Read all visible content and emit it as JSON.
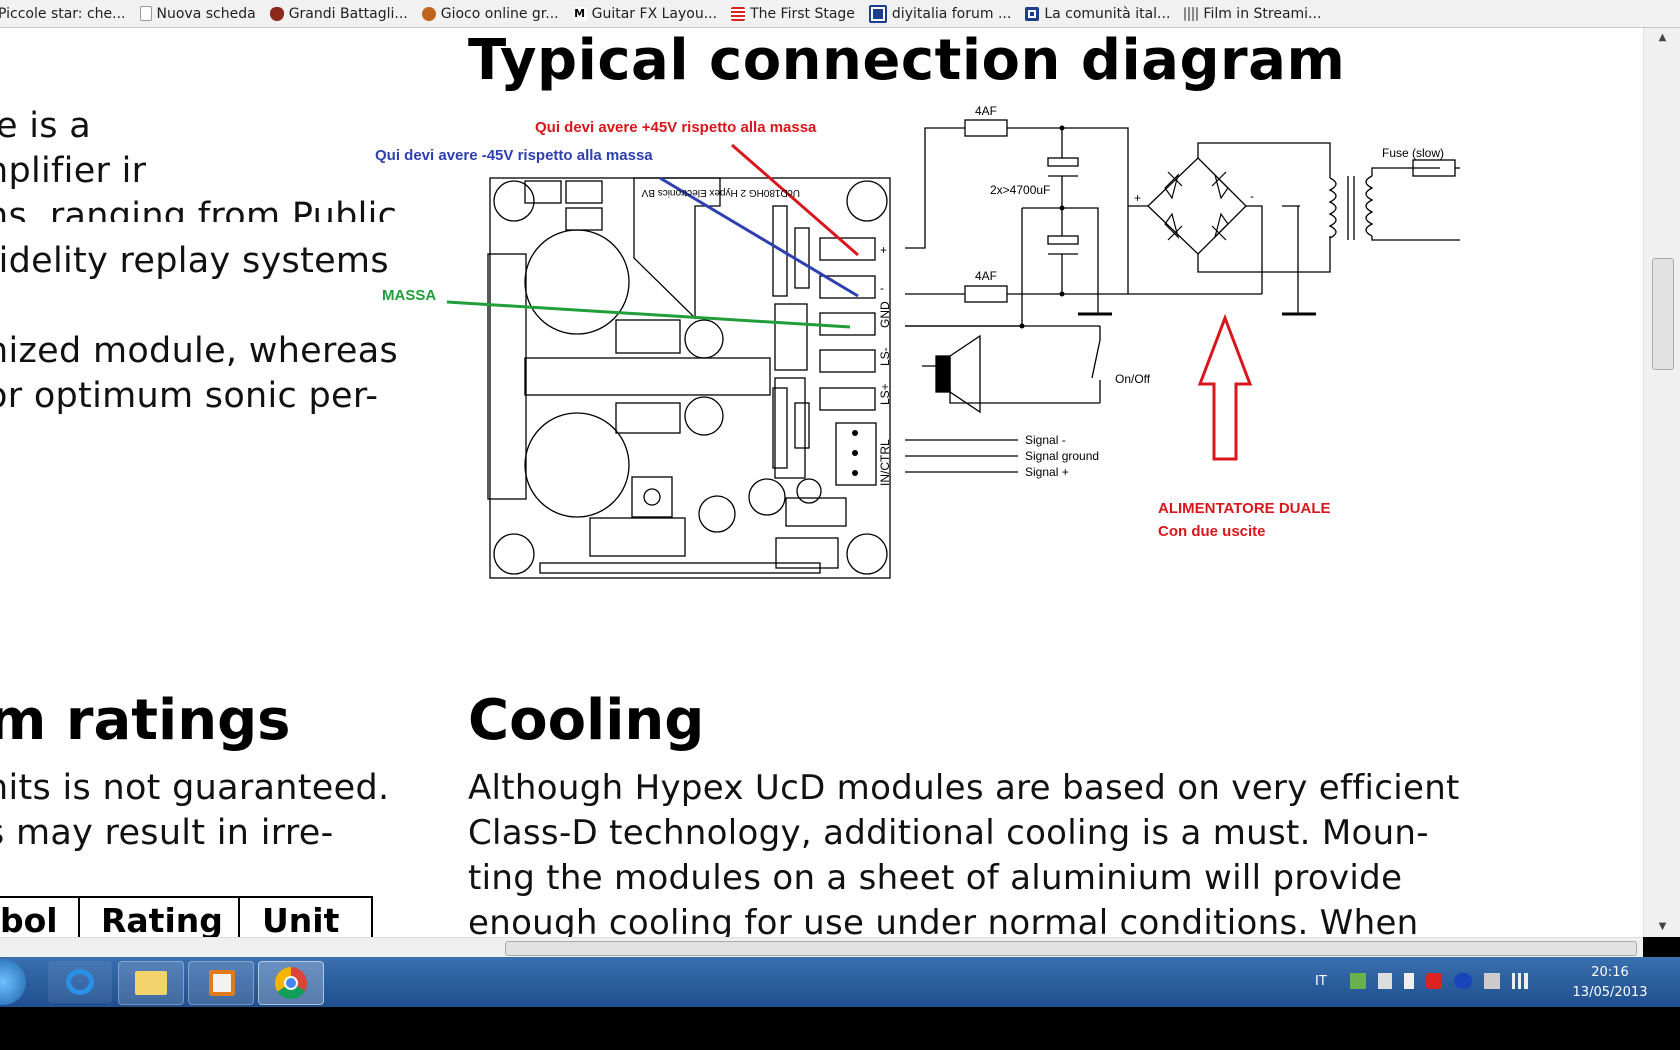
{
  "bookmarks": [
    {
      "label": "Piccole star: che...",
      "icon": "bookmark-icon"
    },
    {
      "label": "Nuova scheda",
      "icon": "page-icon"
    },
    {
      "label": "Grandi Battagli...",
      "icon": "shield-icon"
    },
    {
      "label": "Gioco online gr...",
      "icon": "game-icon"
    },
    {
      "label": "Guitar FX Layou...",
      "icon": "guitar-icon"
    },
    {
      "label": "The First Stage",
      "icon": "stage-icon"
    },
    {
      "label": "diyitalia forum ...",
      "icon": "forum-icon"
    },
    {
      "label": "La comunità ital...",
      "icon": "community-icon"
    },
    {
      "label": "Film in Streami...",
      "icon": "film-icon"
    }
  ],
  "document": {
    "heading_diagram": "Typical connection diagram",
    "left_top_lines": [
      "le is a",
      "nplifier in",
      "ns, ranging from Public",
      "fidelity replay systems",
      "nized module, whereas",
      "or optimum sonic per-"
    ],
    "heading_ratings": "m ratings",
    "ratings_lines": [
      "nits is not guaranteed.",
      "s may result in irre-"
    ],
    "table_headers": [
      "bol",
      "Rating",
      "Unit"
    ],
    "heading_cooling": "Cooling",
    "cooling_lines": [
      "Although Hypex UcD modules are based on very efficient",
      "Class-D technology, additional cooling is a must. Moun-",
      "ting the modules on a sheet of aluminium will provide",
      "enough cooling for use under normal conditions. When"
    ]
  },
  "diagram": {
    "annotations": {
      "plus45": "Qui devi avere +45V rispetto alla massa",
      "minus45": "Qui devi avere -45V rispetto alla massa",
      "massa": "MASSA",
      "psu_line1": "ALIMENTATORE DUALE",
      "psu_line2": "Con due uscite"
    },
    "annotation_colors": {
      "red": "#d8161b",
      "blue": "#2e3fb0",
      "green": "#1f9e3a"
    },
    "labels": {
      "fuse_top": "4AF",
      "fuse_bottom": "4AF",
      "capacitors": "2x>4700uF",
      "fuse_slow": "Fuse (slow)",
      "on_off": "On/Off",
      "signal_minus": "Signal -",
      "signal_ground": "Signal ground",
      "signal_plus": "Signal +",
      "pin_plus": "+",
      "pin_minus": "-",
      "pin_gnd": "GND",
      "pin_ls_minus": "LS-",
      "pin_ls_plus": "LS+",
      "pin_in_ctrl": "IN/CTRL",
      "board_text": "UcD180HG 2 Hypex Electronics BV",
      "rect_plus": "+",
      "rect_minus": "-"
    }
  },
  "taskbar": {
    "language": "IT",
    "time": "20:16",
    "date": "13/05/2013",
    "apps": [
      "start-orb",
      "internet-explorer",
      "file-explorer",
      "media-player",
      "chrome"
    ]
  }
}
